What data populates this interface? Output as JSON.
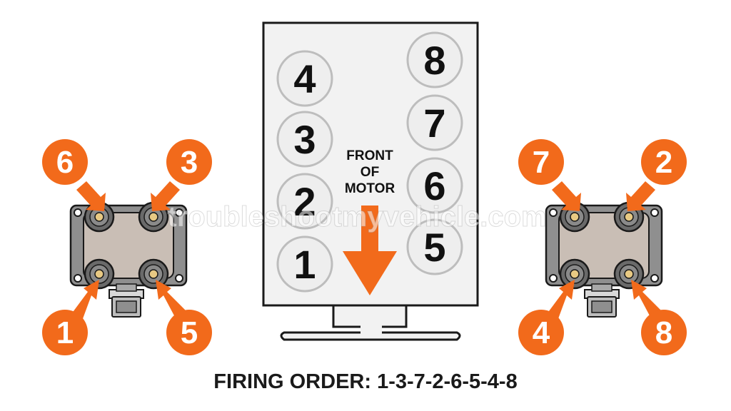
{
  "engine": {
    "front_label_lines": [
      "FRONT",
      "OF",
      "MOTOR"
    ],
    "left_bank_cylinders": [
      "4",
      "3",
      "2",
      "1"
    ],
    "right_bank_cylinders": [
      "8",
      "7",
      "6",
      "5"
    ]
  },
  "left_coil_pack": {
    "towers": {
      "top_left": "6",
      "top_right": "3",
      "bottom_left": "1",
      "bottom_right": "5"
    }
  },
  "right_coil_pack": {
    "towers": {
      "top_left": "7",
      "top_right": "2",
      "bottom_left": "4",
      "bottom_right": "8"
    }
  },
  "watermark": "troubleshootmyvehicle.com",
  "firing_order": "FIRING ORDER: 1-3-7-2-6-5-4-8",
  "colors": {
    "accent_orange": "#f26a1b",
    "coil_body": "#c9beb5",
    "coil_frame": "#8f8f8f",
    "engine_block": "#f2f2f2",
    "cylinder_fill": "#eeeeee",
    "outline": "#1a1a1a"
  },
  "icons": {
    "arrow": "arrow-down-icon",
    "pointer": "pointer-arrow-icon"
  }
}
